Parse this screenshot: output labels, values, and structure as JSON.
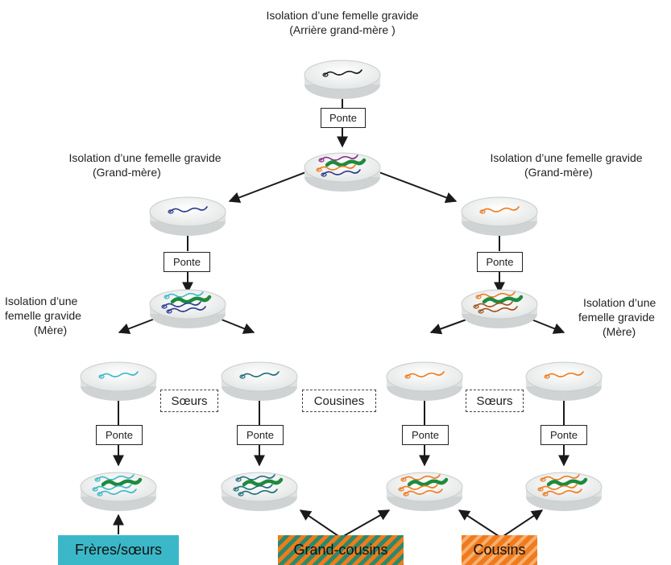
{
  "texts": {
    "top_title_1": "Isolation d’une femelle gravide",
    "top_title_2": "(Arrière grand-mère )",
    "left_title_1": "Isolation d’une femelle gravide",
    "left_title_2": "(Grand-mère)",
    "right_title_1": "Isolation d’une femelle gravide",
    "right_title_2": "(Grand-mère)",
    "ll_title_1": "Isolation d’une",
    "ll_title_2": "femelle gravide",
    "ll_title_3": "(Mère)",
    "rr_title_1": "Isolation d’une",
    "rr_title_2": "femelle gravide",
    "rr_title_3": "(Mère)",
    "ponte": "Ponte",
    "soeurs": "Sœurs",
    "cousines": "Cousines",
    "freres_soeurs": "Frères/sœurs",
    "grand_cousins": "Grand-cousins",
    "cousins": "Cousins"
  },
  "colors": {
    "black_worm": "#1a1a1a",
    "purple_worm": "#8b2f8b",
    "green_worm": "#1e8a3c",
    "navy_worm": "#2a3a8c",
    "orange_worm": "#f07b1d",
    "brown_worm": "#a0521d",
    "cyan_worm": "#3bb8c8",
    "teal_worm": "#1e6e78",
    "legend_sibling": "#3bb8c8",
    "legend_stripe_a": "#f07b1d",
    "legend_stripe_b": "#2a8a6a"
  }
}
